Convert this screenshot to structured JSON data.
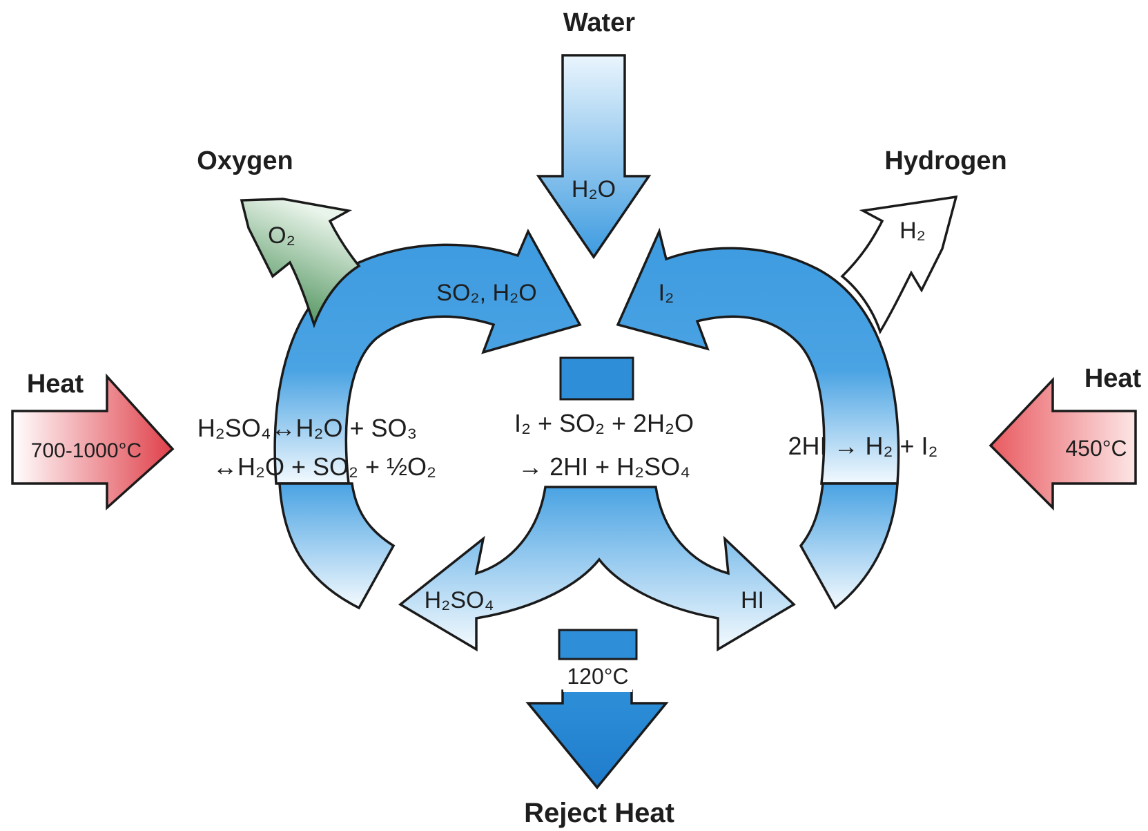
{
  "labels": {
    "water": "Water",
    "oxygen": "Oxygen",
    "hydrogen": "Hydrogen",
    "heat_left": "Heat",
    "heat_right": "Heat",
    "reject_heat": "Reject Heat"
  },
  "arrow_text": {
    "water_arrow": "H₂O",
    "oxygen_arrow": "O₂",
    "hydrogen_arrow": "H₂",
    "so2_h2o": "SO₂, H₂O",
    "i2": "I₂",
    "h2so4": "H₂SO₄",
    "hi": "HI",
    "heat_left_temp": "700-1000°C",
    "heat_right_temp": "450°C",
    "reject_temp": "120°C"
  },
  "equations": {
    "left_line1": "H₂SO₄↔H₂O + SO₃",
    "left_line2": "↔H₂O + SO₂ + ½O₂",
    "center_line1": "I₂ + SO₂ + 2H₂O",
    "center_line2": "→  2HI + H₂SO₄",
    "right": "2HI → H₂ + I₂"
  },
  "colors": {
    "blue": "#3d9be0",
    "blue_light": "#e6f3fc",
    "green": "#3a8b4a",
    "red": "#e0474c",
    "outline": "#1a1a1a"
  }
}
